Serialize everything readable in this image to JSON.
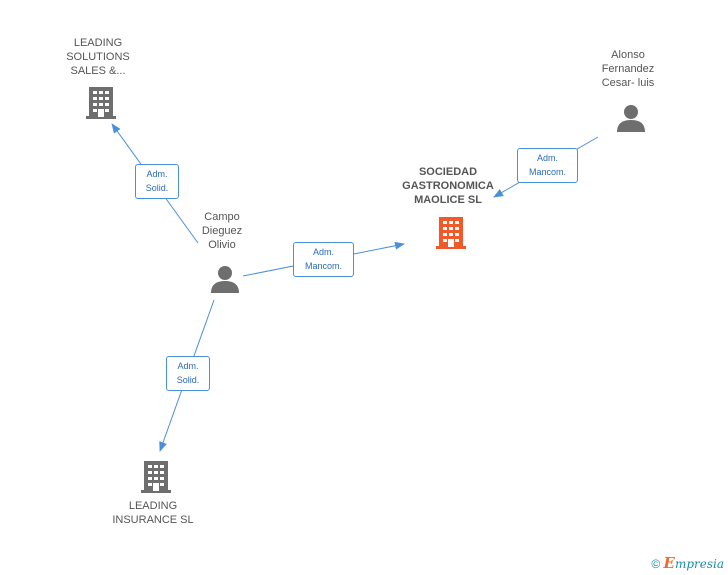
{
  "colors": {
    "edge": "#4a90d9",
    "building_main": "#f0592a",
    "building": "#6e6e6e",
    "person": "#6e6e6e"
  },
  "nodes": {
    "leading_solutions": {
      "line1": "LEADING",
      "line2": "SOLUTIONS",
      "line3": "SALES &...",
      "icon": "building-icon"
    },
    "alonso": {
      "line1": "Alonso",
      "line2": "Fernandez",
      "line3": "Cesar- luis",
      "icon": "person-icon"
    },
    "sociedad": {
      "line1": "SOCIEDAD",
      "line2": "GASTRONOMICA",
      "line3": "MAOLICE SL",
      "icon": "building-icon"
    },
    "campo": {
      "line1": "Campo",
      "line2": "Dieguez",
      "line3": "Olivio",
      "icon": "person-icon"
    },
    "leading_insurance": {
      "line1": "LEADING",
      "line2": "INSURANCE SL",
      "icon": "building-icon"
    }
  },
  "edges": {
    "campo_to_leading_solutions": {
      "line1": "Adm.",
      "line2": "Solid."
    },
    "alonso_to_sociedad": {
      "line1": "Adm.",
      "line2": "Mancom."
    },
    "campo_to_sociedad": {
      "line1": "Adm.",
      "line2": "Mancom."
    },
    "campo_to_leading_insurance": {
      "line1": "Adm.",
      "line2": "Solid."
    }
  },
  "footer": {
    "copyright": "©",
    "brand_first": "E",
    "brand_rest": "mpresia"
  }
}
